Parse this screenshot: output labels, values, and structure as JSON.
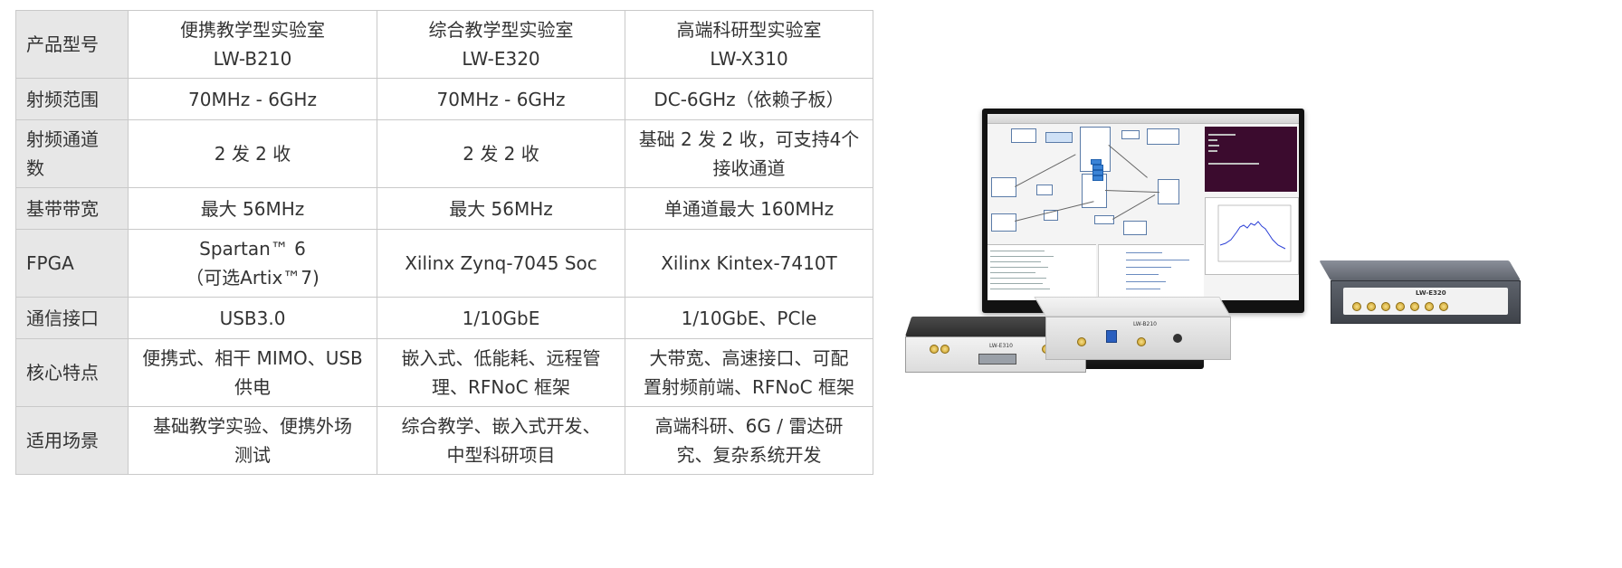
{
  "table": {
    "header": {
      "label": "产品型号",
      "models": [
        {
          "name": "便携教学型实验室",
          "model": "LW-B210"
        },
        {
          "name": "综合教学型实验室",
          "model": "LW-E320"
        },
        {
          "name": "高端科研型实验室",
          "model": "LW-X310"
        }
      ]
    },
    "rows": [
      {
        "label": "射频范围",
        "values": [
          [
            "70MHz - 6GHz"
          ],
          [
            "70MHz - 6GHz"
          ],
          [
            "DC-6GHz（依赖子板）"
          ]
        ]
      },
      {
        "label": [
          "射频通道",
          "数"
        ],
        "values": [
          [
            "2 发 2 收"
          ],
          [
            "2 发 2 收"
          ],
          [
            "基础 2 发 2 收，可支持4个",
            "接收通道"
          ]
        ]
      },
      {
        "label": "基带带宽",
        "values": [
          [
            "最大 56MHz"
          ],
          [
            "最大 56MHz"
          ],
          [
            "单通道最大 160MHz"
          ]
        ]
      },
      {
        "label": "FPGA",
        "values": [
          [
            "Spartan™ 6",
            "（可选Artix™7)"
          ],
          [
            "Xilinx Zynq-7045 Soc"
          ],
          [
            "Xilinx Kintex-7410T"
          ]
        ]
      },
      {
        "label": "通信接口",
        "values": [
          [
            "USB3.0"
          ],
          [
            "1/10GbE"
          ],
          [
            "1/10GbE、PCle"
          ]
        ]
      },
      {
        "label": "核心特点",
        "values": [
          [
            "便携式、相干 MIMO、USB",
            "供电"
          ],
          [
            "嵌入式、低能耗、远程管",
            "理、RFNoC 框架"
          ],
          [
            "大带宽、高速接口、可配",
            "置射频前端、RFNoC 框架"
          ]
        ]
      },
      {
        "label": "适用场景",
        "values": [
          [
            "基础教学实验、便携外场",
            "测试"
          ],
          [
            "综合教学、嵌入式开发、",
            "中型科研项目"
          ],
          [
            "高端科研、6G / 雷达研",
            "究、复杂系统开发"
          ]
        ]
      }
    ]
  },
  "photo": {
    "device_labels": [
      "LW-E310",
      "LW-B210",
      "LW-E320"
    ],
    "colors": {
      "monitor": "#121212",
      "terminal": "#3b0b2e",
      "plot_line": "#2b3fd6",
      "connector": "#c79a22"
    }
  }
}
